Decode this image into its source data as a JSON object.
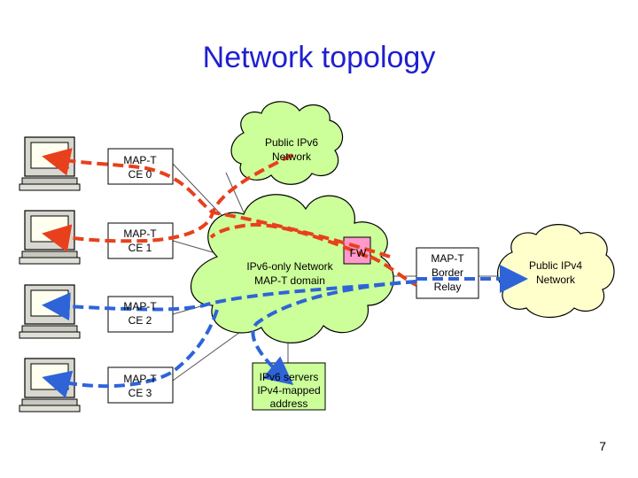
{
  "title": "Network topology",
  "page_number": "7",
  "nodes": {
    "ce0": [
      "MAP-T",
      "CE 0"
    ],
    "ce1": [
      "MAP-T",
      "CE 1"
    ],
    "ce2": [
      "MAP-T",
      "CE 2"
    ],
    "ce3": [
      "MAP-T",
      "CE 3"
    ],
    "public_ipv6": [
      "Public IPv6",
      "Network"
    ],
    "ipv6_domain": [
      "IPv6-only Network",
      "MAP-T domain"
    ],
    "fw": "FW",
    "border_relay": [
      "MAP-T",
      "Border",
      "Relay"
    ],
    "public_ipv4": [
      "Public IPv4",
      "Network"
    ],
    "ipv6_servers": [
      "IPv6 servers",
      "IPv4-mapped",
      "address"
    ]
  },
  "colors": {
    "title": "#1f1fd0",
    "cloud_ipv6": "#ccff99",
    "cloud_ipv4": "#ffffcc",
    "fw_fill": "#ff99cc",
    "servers_fill": "#ccff99",
    "red_flow": "#e8401c",
    "blue_flow": "#2e64d8"
  },
  "icons": [
    "computer-icon",
    "computer-icon",
    "computer-icon",
    "computer-icon"
  ]
}
